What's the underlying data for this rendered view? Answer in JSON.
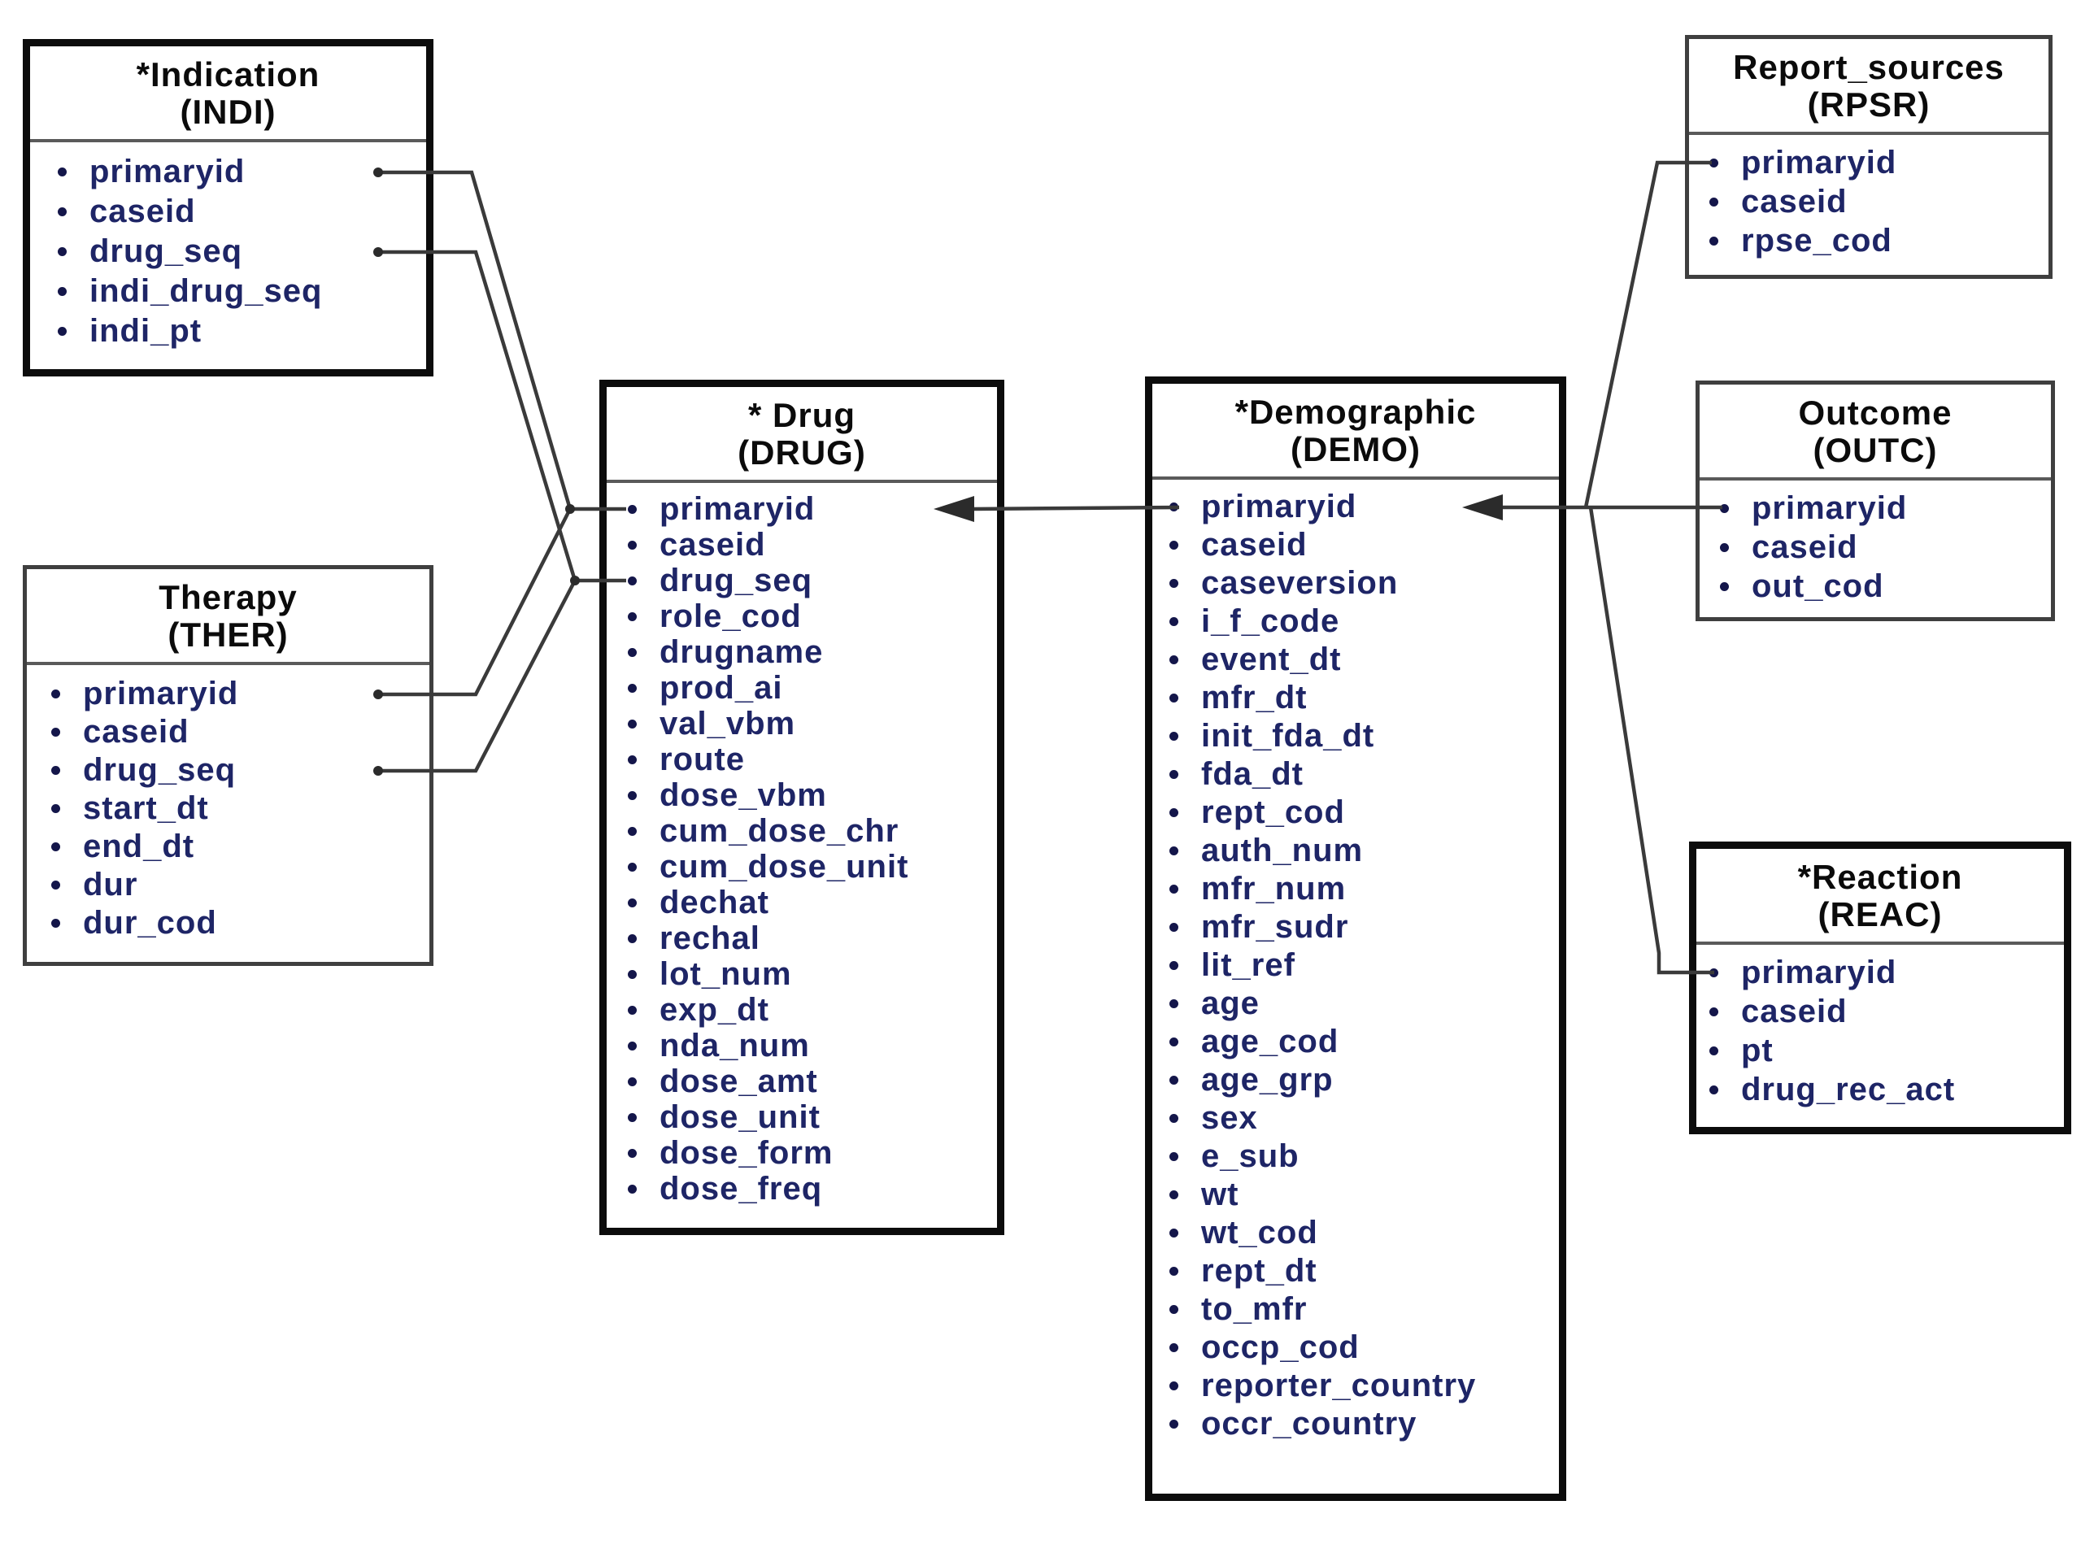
{
  "tables": {
    "indication": {
      "title": "*Indication",
      "code": "(INDI)",
      "emphasized": true,
      "fields": [
        "primaryid",
        "caseid",
        "drug_seq",
        "indi_drug_seq",
        "indi_pt"
      ]
    },
    "therapy": {
      "title": "Therapy",
      "code": "(THER)",
      "emphasized": false,
      "fields": [
        "primaryid",
        "caseid",
        "drug_seq",
        "start_dt",
        "end_dt",
        "dur",
        "dur_cod"
      ]
    },
    "drug": {
      "title": "* Drug",
      "code": "(DRUG)",
      "emphasized": true,
      "fields": [
        "primaryid",
        "caseid",
        "drug_seq",
        "role_cod",
        "drugname",
        "prod_ai",
        "val_vbm",
        "route",
        "dose_vbm",
        "cum_dose_chr",
        "cum_dose_unit",
        "dechat",
        "rechal",
        "lot_num",
        "exp_dt",
        "nda_num",
        "dose_amt",
        "dose_unit",
        "dose_form",
        "dose_freq"
      ]
    },
    "demographic": {
      "title": "*Demographic",
      "code": "(DEMO)",
      "emphasized": true,
      "fields": [
        "primaryid",
        "caseid",
        "caseversion",
        "i_f_code",
        "event_dt",
        "mfr_dt",
        "init_fda_dt",
        "fda_dt",
        "rept_cod",
        "auth_num",
        "mfr_num",
        "mfr_sudr",
        "lit_ref",
        "age",
        "age_cod",
        "age_grp",
        "sex",
        "e_sub",
        "wt",
        "wt_cod",
        "rept_dt",
        "to_mfr",
        "occp_cod",
        "reporter_country",
        "occr_country"
      ]
    },
    "report_sources": {
      "title": "Report_sources",
      "code": "(RPSR)",
      "emphasized": false,
      "fields": [
        "primaryid",
        "caseid",
        "rpse_cod"
      ]
    },
    "outcome": {
      "title": "Outcome",
      "code": "(OUTC)",
      "emphasized": false,
      "fields": [
        "primaryid",
        "caseid",
        "out_cod"
      ]
    },
    "reaction": {
      "title": "*Reaction",
      "code": "(REAC)",
      "emphasized": true,
      "fields": [
        "primaryid",
        "caseid",
        "pt",
        "drug_rec_act"
      ]
    }
  },
  "connections": [
    {
      "from": "Indication.primaryid",
      "to": "Drug.primaryid"
    },
    {
      "from": "Indication.drug_seq",
      "to": "Drug.drug_seq"
    },
    {
      "from": "Therapy.primaryid",
      "to": "Drug.primaryid"
    },
    {
      "from": "Therapy.drug_seq",
      "to": "Drug.drug_seq"
    },
    {
      "from": "Demographic.primaryid",
      "to": "Drug.primaryid",
      "arrow_into": "Drug"
    },
    {
      "from": "Report_sources.primaryid",
      "to": "Demographic.primaryid",
      "arrow_into": "Demographic"
    },
    {
      "from": "Outcome.primaryid",
      "to": "Demographic.primaryid",
      "arrow_into": "Demographic"
    },
    {
      "from": "Reaction.primaryid",
      "to": "Demographic.primaryid",
      "arrow_into": "Demographic"
    }
  ],
  "colors": {
    "field_text": "#1e2566",
    "header_text": "#0b0b0b",
    "connector": "#3a3a3a",
    "border_thick": "#0c0c0c",
    "border_thin": "#3f3f3f",
    "background": "#ffffff"
  }
}
